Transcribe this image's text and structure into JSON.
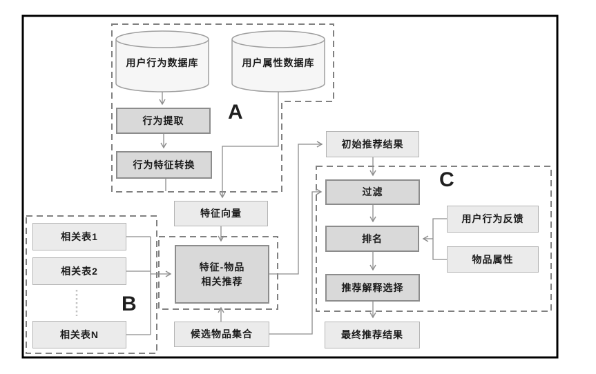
{
  "diagram": {
    "groups": {
      "a": {
        "label": "A"
      },
      "b": {
        "label": "B"
      },
      "c": {
        "label": "C"
      }
    },
    "nodes": {
      "user_behavior_db": {
        "label": "用户行为数据库",
        "type": "database"
      },
      "user_attribute_db": {
        "label": "用户属性数据库",
        "type": "database"
      },
      "behavior_extraction": {
        "label": "行为提取"
      },
      "behavior_feature_transform": {
        "label": "行为特征转换"
      },
      "feature_vector": {
        "label": "特征向量"
      },
      "related_table_1": {
        "label": "相关表1"
      },
      "related_table_2": {
        "label": "相关表2"
      },
      "related_table_n": {
        "label": "相关表N"
      },
      "feature_item_recommend": {
        "label": "特征-物品\n相关推荐"
      },
      "candidate_item_set": {
        "label": "候选物品集合"
      },
      "initial_recommend_result": {
        "label": "初始推荐结果"
      },
      "filter": {
        "label": "过滤"
      },
      "ranking": {
        "label": "排名"
      },
      "recommend_explanation_select": {
        "label": "推荐解释选择"
      },
      "final_recommend_result": {
        "label": "最终推荐结果"
      },
      "user_behavior_feedback": {
        "label": "用户行为反馈"
      },
      "item_attributes": {
        "label": "物品属性"
      }
    },
    "colors": {
      "node_fill_light": "#ebebeb",
      "node_fill_dark": "#d9d9d9",
      "node_border_light": "#b3b3b3",
      "node_border_dark": "#8c8c8c",
      "cylinder_fill": "#f6f6f6",
      "connector_line": "#8c8c8c",
      "dashed_border": "#808080",
      "outer_frame": "#000000",
      "text": "#1a1a1a"
    }
  }
}
